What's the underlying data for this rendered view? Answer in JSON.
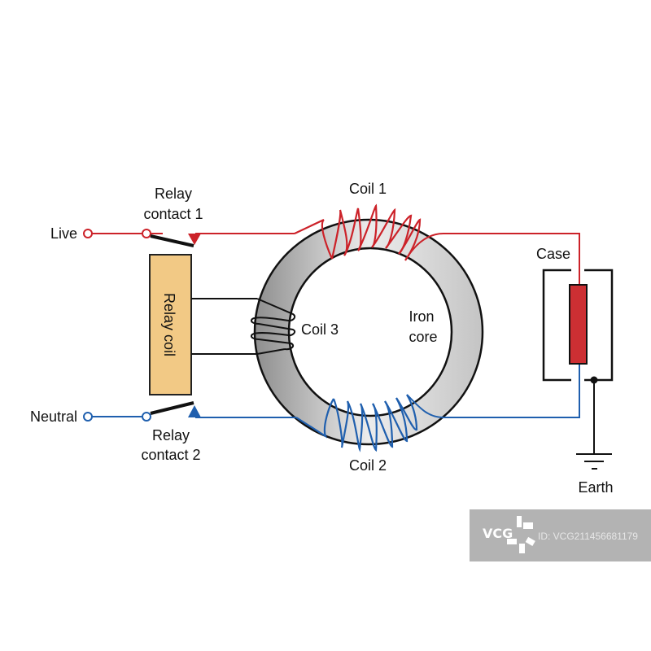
{
  "labels": {
    "live": "Live",
    "neutral": "Neutral",
    "relay_contact_1": [
      "Relay",
      "contact 1"
    ],
    "relay_contact_2": [
      "Relay",
      "contact 2"
    ],
    "relay_coil": "Relay coil",
    "coil_1": "Coil 1",
    "coil_2": "Coil 2",
    "coil_3": "Coil 3",
    "iron_core": [
      "Iron",
      "core"
    ],
    "case": "Case",
    "earth": "Earth"
  },
  "colors": {
    "live": "#cc2229",
    "neutral": "#1f5fae",
    "relay_coil": "#f2c985",
    "case_element": "#cc2f33",
    "wire": "#111111"
  },
  "watermark": {
    "logo": "VCG",
    "id": "ID: VCG211456681179"
  }
}
